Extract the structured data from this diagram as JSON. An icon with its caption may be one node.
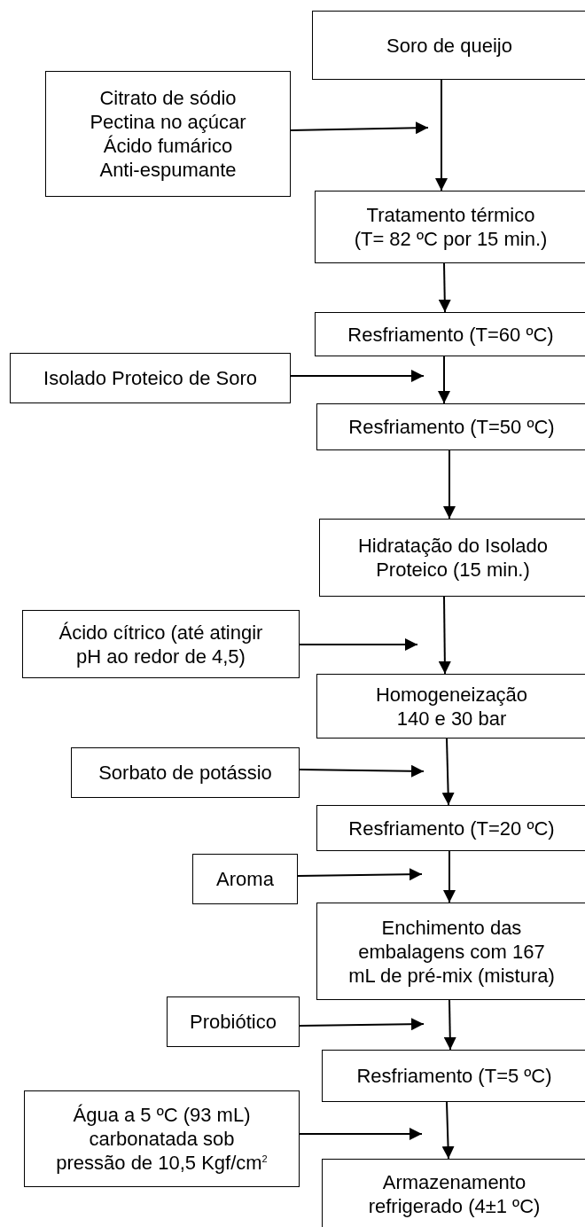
{
  "diagram": {
    "nodes": [
      {
        "text": [
          "Soro de queijo"
        ]
      },
      {
        "text": [
          "Citrato de sódio Pectina no açúcar Ácido fumárico Anti-espumante"
        ]
      },
      {
        "text": [
          "Tratamento térmico (T= 82 ºC por 15 min.)"
        ]
      },
      {
        "text": [
          "Resfriamento (T=60 ºC)"
        ]
      },
      {
        "text": [
          "Isolado Proteico de Soro"
        ]
      },
      {
        "text": [
          "Resfriamento (T=50 ºC)"
        ]
      },
      {
        "text": [
          "Hidratação do Isolado Proteico (15 min.)"
        ]
      },
      {
        "text": [
          "Ácido cítrico (até atingir pH ao redor de 4,5)"
        ]
      },
      {
        "text": [
          "Homogeneização 140 e 30 bar"
        ]
      },
      {
        "text": [
          "Sorbato de potássio"
        ]
      },
      {
        "text": [
          "Resfriamento (T=20 ºC)"
        ]
      },
      {
        "text": [
          "Aroma"
        ]
      },
      {
        "text": [
          "Enchimento das embalagens com 167 mL de pré-mix (mistura)"
        ]
      },
      {
        "text": [
          "Probiótico"
        ]
      },
      {
        "text": [
          "Resfriamento (T=5 ºC)"
        ]
      },
      {
        "text": [
          "Água a 5 ºC (93 mL) carbonatada sob pressão de 10,5 Kgf/cm$^{2}$"
        ]
      },
      {
        "text": [
          "Armazenamento refrigerado (4±1 ºC)"
        ]
      }
    ],
    "edges": [
      {
        "from": 1,
        "to": null,
        "arrow": "to"
      },
      {
        "from": 0,
        "to": 2,
        "arrow": "to"
      },
      {
        "from": 2,
        "to": 3,
        "arrow": "to"
      },
      {
        "from": 4,
        "to": 3,
        "arrow": "to"
      },
      {
        "from": 3,
        "to": 5,
        "arrow": "to"
      },
      {
        "from": 5,
        "to": 6,
        "arrow": "to"
      },
      {
        "from": 6,
        "to": 8,
        "arrow": "to"
      },
      {
        "from": 7,
        "to": 8,
        "arrow": "to"
      },
      {
        "from": 8,
        "to": 10,
        "arrow": "to"
      },
      {
        "from": 9,
        "to": null,
        "arrow": "to"
      },
      {
        "from": 11,
        "to": 10,
        "arrow": "to"
      },
      {
        "from": 10,
        "to": 12,
        "arrow": "to"
      },
      {
        "from": 13,
        "to": 12,
        "arrow": "to"
      },
      {
        "from": 12,
        "to": 14,
        "arrow": "to"
      },
      {
        "from": 15,
        "to": 16,
        "arrow": "to"
      },
      {
        "from": 14,
        "to": 16,
        "arrow": "to"
      }
    ]
  }
}
